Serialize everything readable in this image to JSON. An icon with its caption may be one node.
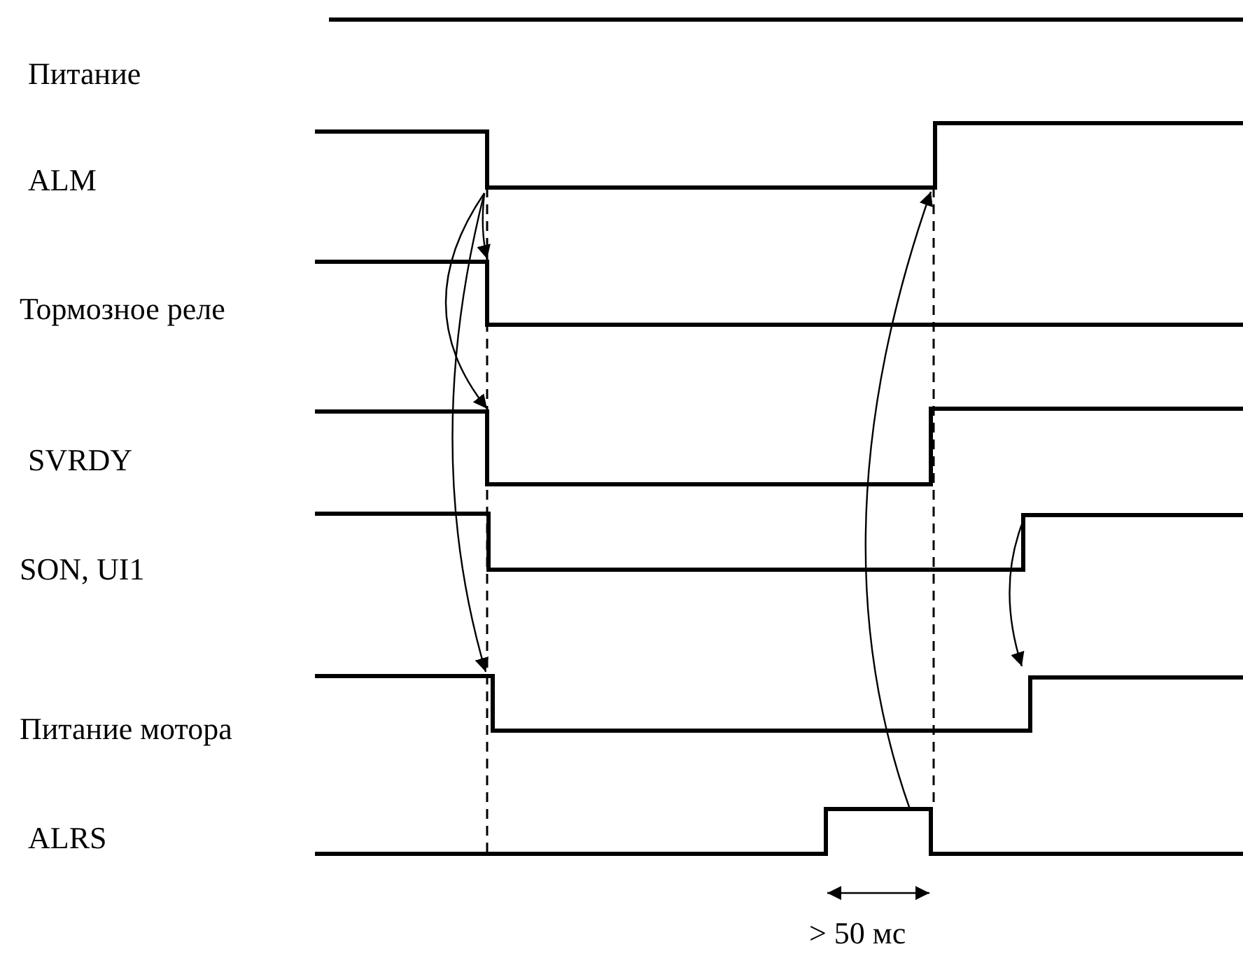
{
  "diagram": {
    "labels": [
      "Питание",
      "ALM",
      "Тормозное реле",
      "SVRDY",
      "SON, UI1",
      "Питание мотора",
      "ALRS",
      "> 50 мс"
    ]
  }
}
